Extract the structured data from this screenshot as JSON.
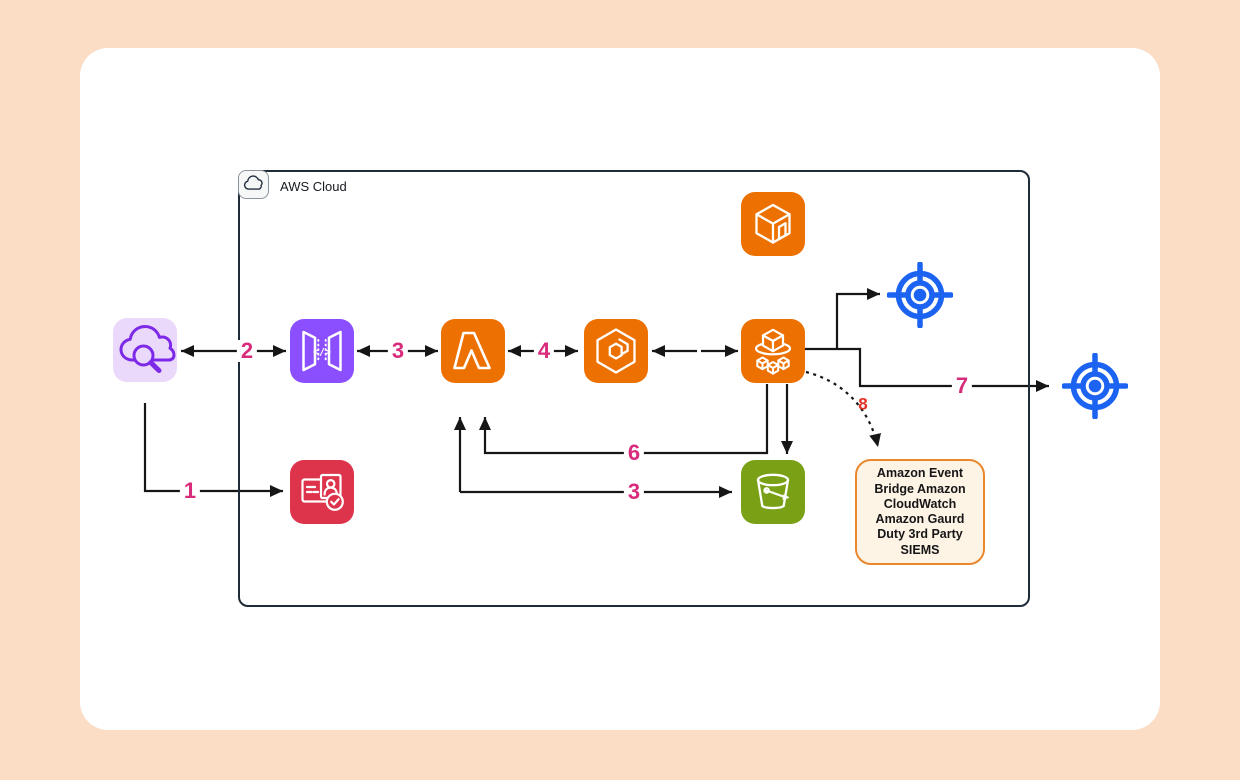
{
  "colors": {
    "page-bg": "#FBDCC5",
    "card-bg": "#FFFFFF",
    "box-border": "#1F2B38",
    "wire": "#161616",
    "purple": "#8C4FFF",
    "purple-light": "#EBD9FB",
    "purple-stroke": "#7D2AE8",
    "orange": "#ED7100",
    "red": "#DD344C",
    "green": "#7AA116",
    "blue": "#1D63F2",
    "pink": "#D92B7C",
    "label-red": "#E03022",
    "note-border": "#E8872C",
    "note-bg": "#FDF4E6"
  },
  "aws_cloud": {
    "label": "AWS Cloud",
    "icon": "aws-cloud-icon"
  },
  "nodes": [
    {
      "id": "cloud-search",
      "icon": "cloud-search-icon"
    },
    {
      "id": "api-gateway",
      "icon": "api-gateway-icon"
    },
    {
      "id": "lambda",
      "icon": "lambda-icon"
    },
    {
      "id": "container-service",
      "icon": "container-hexagon-icon"
    },
    {
      "id": "model-package",
      "icon": "cube-icon"
    },
    {
      "id": "model-deployment",
      "icon": "cube-orbit-icon"
    },
    {
      "id": "identity-verification",
      "icon": "id-card-check-icon"
    },
    {
      "id": "s3-bucket",
      "icon": "bucket-icon"
    },
    {
      "id": "endpoint-target-internal",
      "icon": "target-icon"
    },
    {
      "id": "endpoint-target-external",
      "icon": "target-icon"
    }
  ],
  "connectors": {
    "c1": {
      "label": "1"
    },
    "c2": {
      "label": "2"
    },
    "c3a": {
      "label": "3"
    },
    "c4": {
      "label": "4"
    },
    "c3b": {
      "label": "3"
    },
    "c6": {
      "label": "6"
    },
    "c7": {
      "label": "7"
    },
    "c8": {
      "label": "8"
    }
  },
  "note": {
    "text": "Amazon Event Bridge Amazon CloudWatch Amazon Gaurd Duty 3rd Party SIEMS"
  }
}
